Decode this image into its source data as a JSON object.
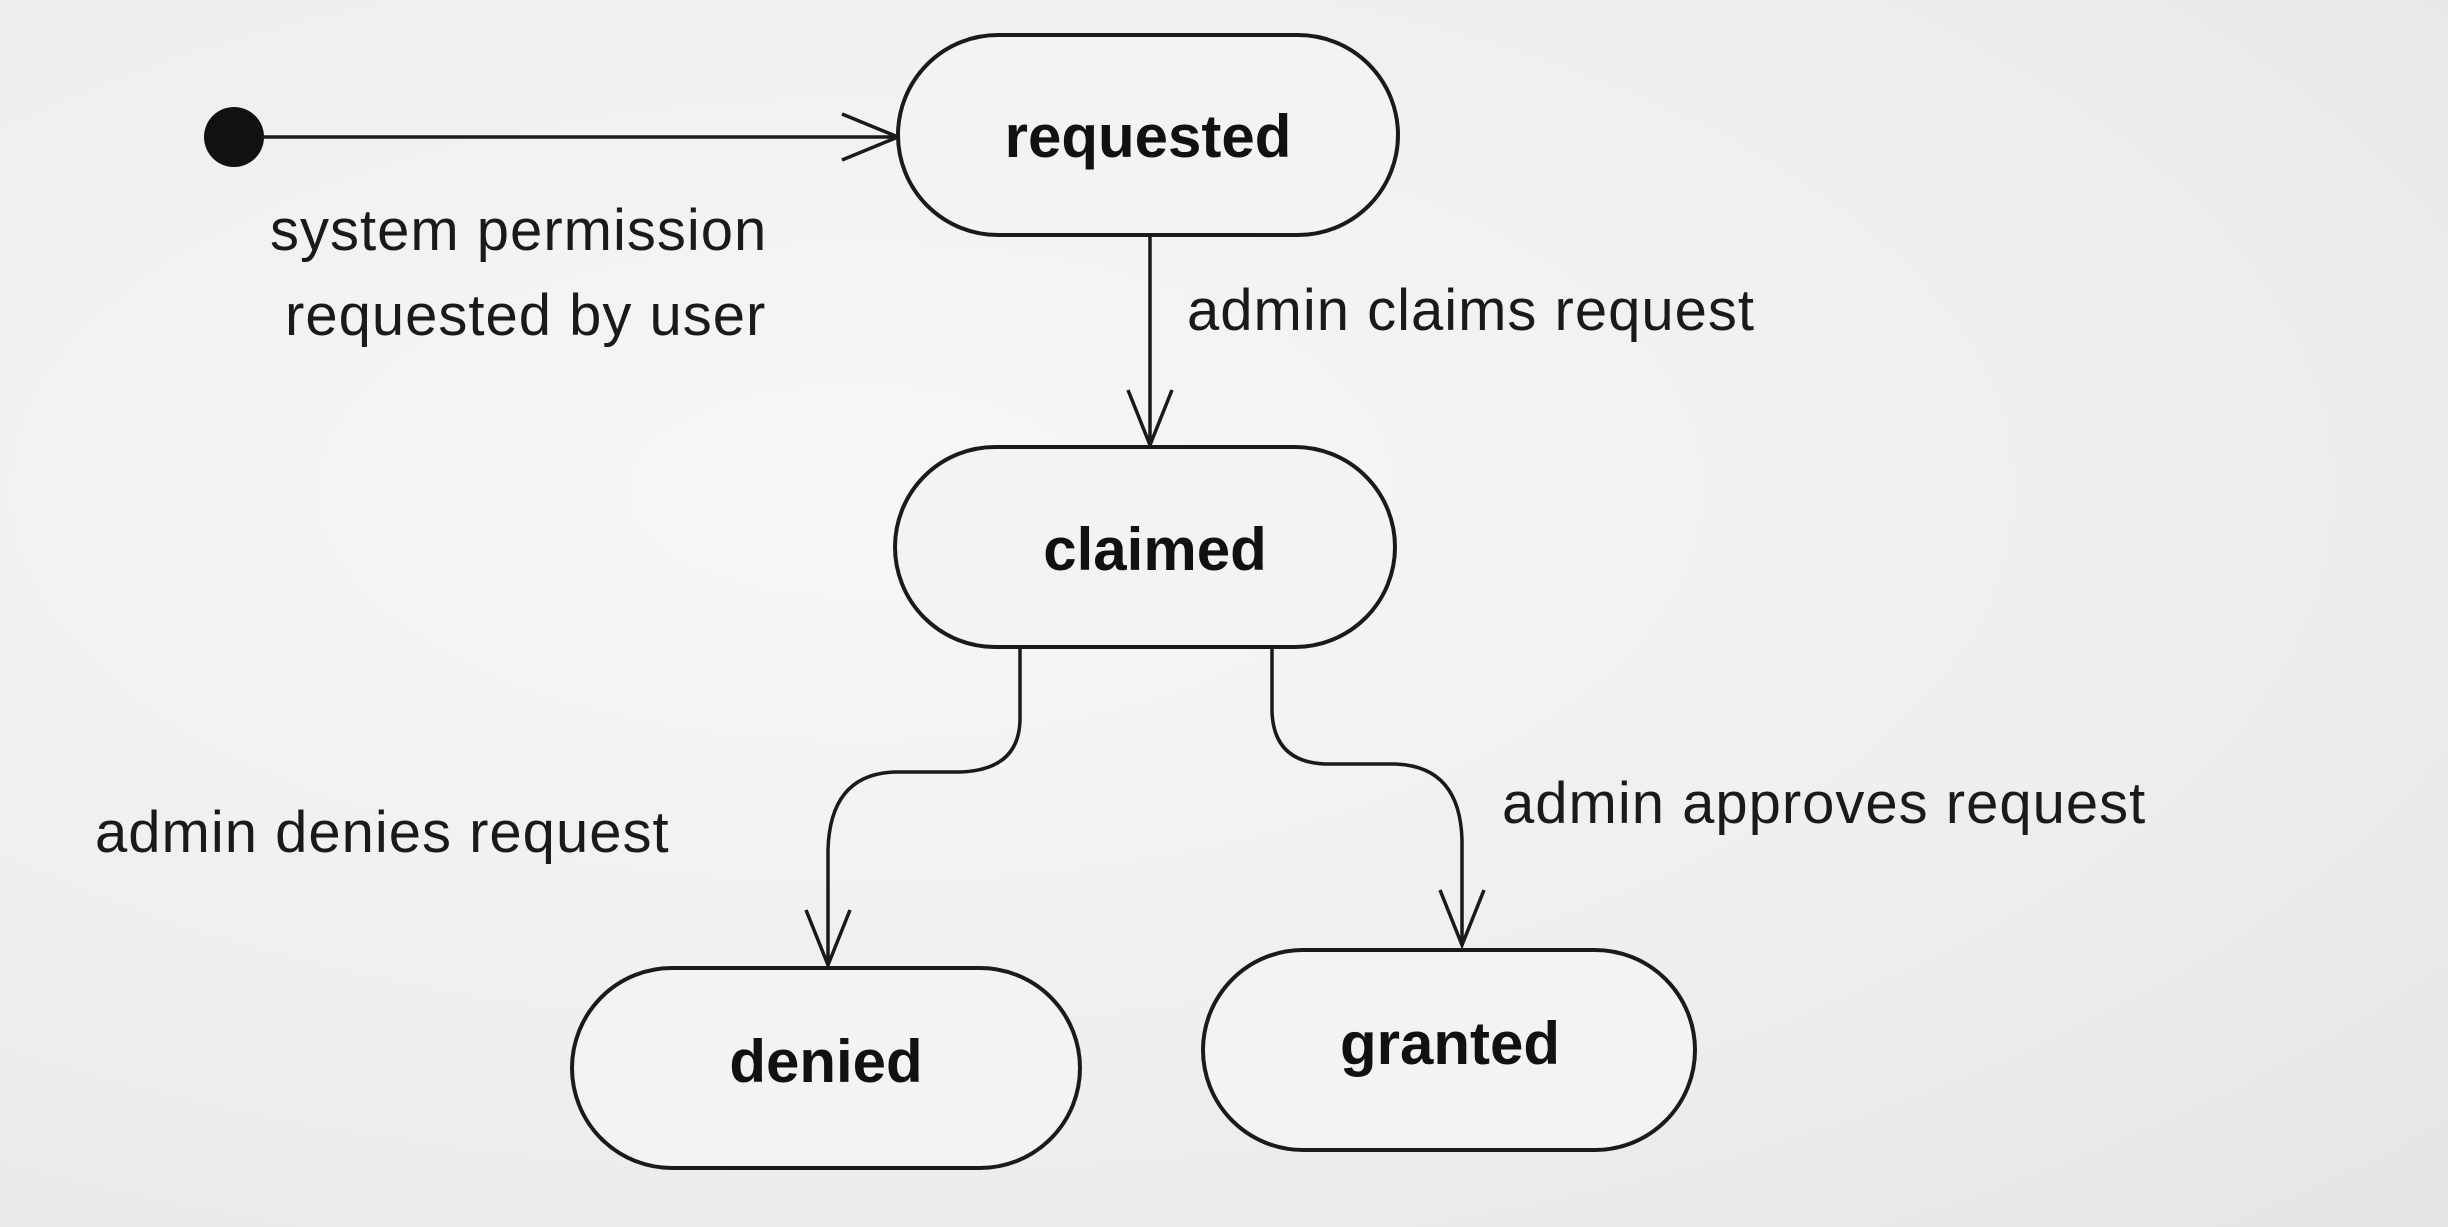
{
  "diagram": {
    "states": {
      "requested": "requested",
      "claimed": "claimed",
      "denied": "denied",
      "granted": "granted"
    },
    "transitions": {
      "initial_line1": "system permission",
      "initial_line2": "requested by user",
      "claim": "admin claims request",
      "deny": "admin denies request",
      "approve": "admin approves request"
    }
  }
}
